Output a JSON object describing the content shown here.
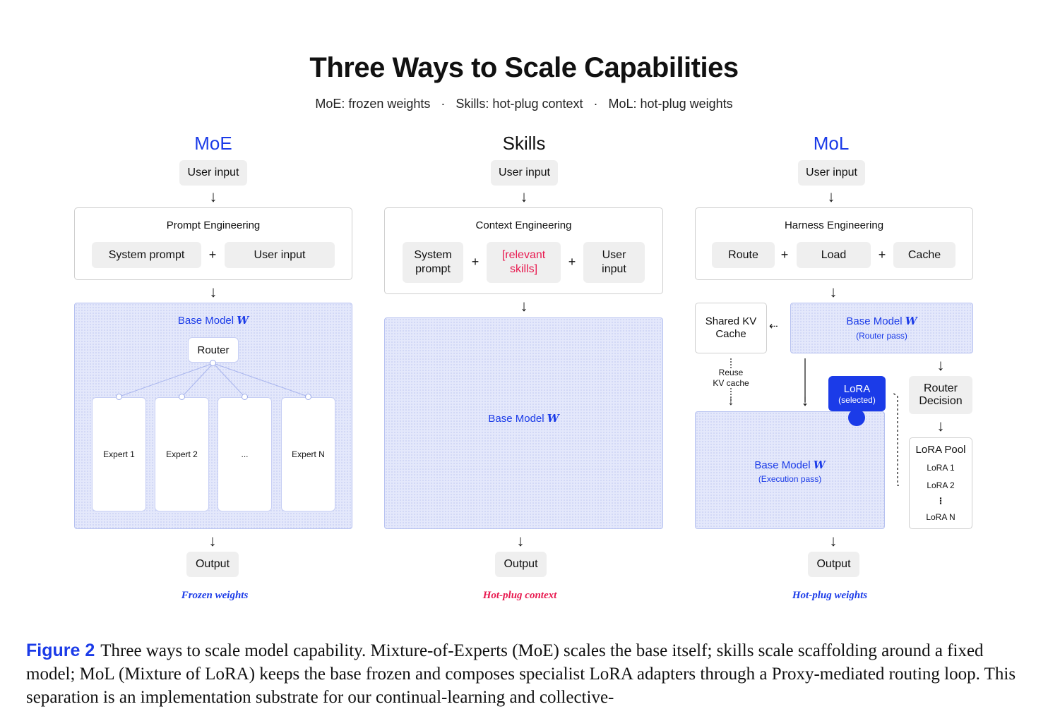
{
  "title": "Three Ways to Scale Capabilities",
  "subtitle": "MoE: frozen weights   ·   Skills: hot-plug context   ·   MoL: hot-plug weights",
  "colors": {
    "accent_blue": "#1b3be8",
    "accent_red": "#e8194f",
    "model_fill": "#e4e8fb"
  },
  "moe": {
    "heading": "MoE",
    "user_input": "User input",
    "engineering": "Prompt Engineering",
    "system_prompt": "System prompt",
    "plus": "+",
    "prompt_user_input": "User input",
    "base_model": "Base Model",
    "w": "W",
    "router": "Router",
    "experts": [
      "Expert 1",
      "Expert 2",
      "...",
      "Expert N"
    ],
    "output": "Output",
    "tag": "Frozen weights"
  },
  "skills": {
    "heading": "Skills",
    "user_input": "User input",
    "engineering": "Context Engineering",
    "system_prompt_l1": "System",
    "system_prompt_l2": "prompt",
    "relevant_l1": "[relevant",
    "relevant_l2": "skills]",
    "user_l1": "User",
    "user_l2": "input",
    "plus": "+",
    "base_model": "Base Model",
    "w": "W",
    "output": "Output",
    "tag": "Hot-plug context"
  },
  "mol": {
    "heading": "MoL",
    "user_input": "User input",
    "engineering": "Harness Engineering",
    "route": "Route",
    "load": "Load",
    "cache": "Cache",
    "plus": "+",
    "shared_kv_l1": "Shared KV",
    "shared_kv_l2": "Cache",
    "base_model": "Base Model",
    "w": "W",
    "router_pass": "(Router pass)",
    "reuse_l1": "Reuse",
    "reuse_l2": "KV cache",
    "lora": "LoRA",
    "lora_selected": "(selected)",
    "router_decision_l1": "Router",
    "router_decision_l2": "Decision",
    "execution_pass": "(Execution pass)",
    "lora_pool": "LoRA Pool",
    "lora_items": [
      "LoRA 1",
      "LoRA 2",
      "⋮",
      "LoRA N"
    ],
    "output": "Output",
    "tag": "Hot-plug weights"
  },
  "caption": {
    "label": "Figure 2",
    "text": "Three ways to scale model capability. Mixture-of-Experts (MoE) scales the base itself; skills scale scaffolding around a fixed model; MoL (Mixture of LoRA) keeps the base frozen and composes specialist LoRA adapters through a Proxy-mediated routing loop. This separation is an implementation substrate for our continual-learning and collective-"
  }
}
